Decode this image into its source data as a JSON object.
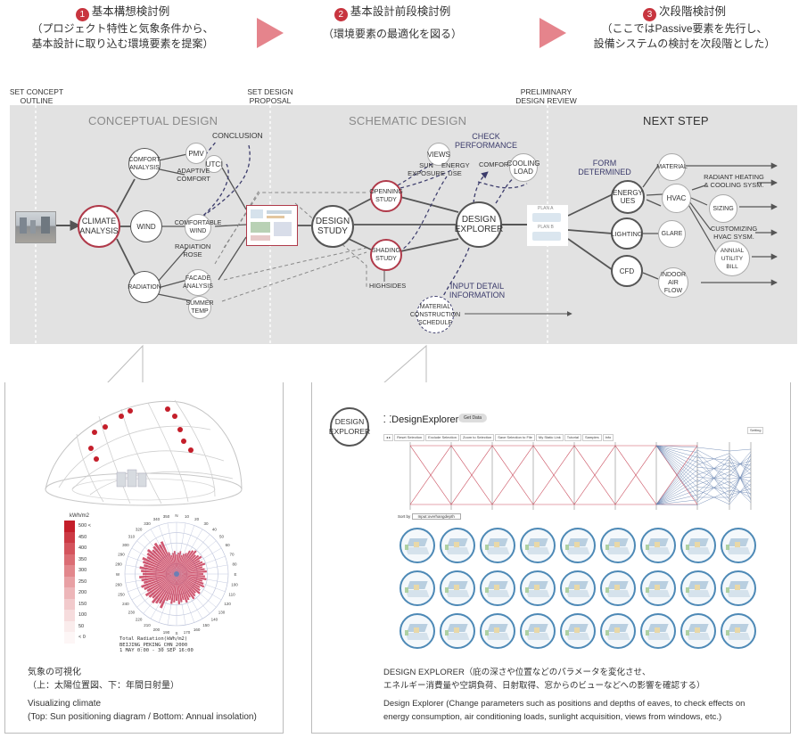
{
  "stages": [
    {
      "num": "1",
      "title": "基本構想検討例",
      "line1": "（プロジェクト特性と気象条件から、",
      "line2": "基本設計に取り込む環境要素を提案）"
    },
    {
      "num": "2",
      "title": "基本設計前段検討例",
      "line1": "（環境要素の最適化を図る）",
      "line2": ""
    },
    {
      "num": "3",
      "title": "次段階検討例",
      "line1": "（ここではPassive要素を先行し、",
      "line2": "設備システムの検討を次段階とした）"
    }
  ],
  "milestones": {
    "set_concept": [
      "SET CONCEPT",
      "OUTLINE"
    ],
    "set_design": [
      "SET DESIGN",
      "PROPOSAL"
    ],
    "preliminary": [
      "PRELIMINARY",
      "DESIGN REVIEW"
    ]
  },
  "phases": {
    "conceptual": "CONCEPTUAL DESIGN",
    "schematic": "SCHEMATIC DESIGN",
    "next": "NEXT STEP"
  },
  "nodes": {
    "climate": [
      "CLIMATE",
      "ANALYSIS"
    ],
    "comfort": [
      "COMFORT",
      "ANALYSIS"
    ],
    "wind": "WIND",
    "radiation": "RADIATION",
    "pmv": "PMV",
    "utci": "UTCI",
    "adaptive": [
      "ADAPTIVE",
      "COMFORT"
    ],
    "conclusion": "CONCLUSION",
    "comfortable_wind": [
      "COMFORTABLE",
      "WIND"
    ],
    "radiation_rose": [
      "RADIATION",
      "ROSE"
    ],
    "facade": [
      "FACADE",
      "ANALYSIS"
    ],
    "summer": [
      "SUMMER",
      "TEMP"
    ],
    "design_study": [
      "DESIGN",
      "STUDY"
    ],
    "opening": [
      "OPENNING",
      "STUDY"
    ],
    "shading": [
      "SHADING",
      "STUDY"
    ],
    "highsides": "HIGHSIDES",
    "views": "VIEWS",
    "sun": [
      "SUN",
      "EXPOSURE"
    ],
    "energy_use": [
      "ENERGY",
      "USE"
    ],
    "check": [
      "CHECK",
      "PERFORMANCE"
    ],
    "comfort2": "COMFORT",
    "cooling": [
      "COOLING",
      "LOAD"
    ],
    "explorer": [
      "DESIGN",
      "EXPLORER"
    ],
    "input": [
      "INPUT DETAIL",
      "INFORMATION"
    ],
    "material_sched": [
      "MATERIAL",
      "CONSTRUCTION",
      "SCHEDULE"
    ],
    "plan_a": "PLAN A",
    "plan_b": "PLAN B",
    "form": [
      "FORM",
      "DETERMINED"
    ],
    "energy_ues": [
      "ENERGY",
      "UES"
    ],
    "lighting": "LIGHTING",
    "cfd": "CFD",
    "material": "MATERIAL",
    "hvac": "HVAC",
    "glare": "GLARE",
    "indoor": [
      "INDOOR",
      "AIR FLOW"
    ],
    "radiant": [
      "RADIANT HEATING",
      "& COOLING SYSM."
    ],
    "sizing": "SIZING",
    "customizing": [
      "CUSTOMIZING",
      "HVAC SYSM."
    ],
    "annual": [
      "ANNUAL",
      "UTILITY BILL"
    ]
  },
  "left_panel": {
    "legend_unit": "kWh/m2",
    "legend_values": [
      "500 <",
      "450",
      "400",
      "350",
      "300",
      "250",
      "200",
      "150",
      "100",
      "50",
      "< 0"
    ],
    "legend_colors": [
      "#c41e2a",
      "#cc3a44",
      "#d4545d",
      "#db6d74",
      "#e2878c",
      "#e8a0a4",
      "#edb6b9",
      "#f2cacc",
      "#f6dcdd",
      "#faecec",
      "#fdf6f6"
    ],
    "rose_title": [
      "Total Radiation(kWh/m2)",
      "BEIJING_PEKING_CHN_2000",
      "1 MAY 0:00 - 30 SEP 16:00"
    ],
    "caption_jp1": "気象の可視化",
    "caption_jp2": "（上：太陽位置図、下：年間日射量）",
    "caption_en1": "Visualizing climate",
    "caption_en2": "(Top: Sun positioning diagram / Bottom: Annual insolation)"
  },
  "right_panel": {
    "badge": [
      "DESIGN",
      "EXPLORER"
    ],
    "app_title": "DesignExplorer",
    "app_btn": "Get Data",
    "toolbar": [
      "Reset Selection",
      "Exclude Selection",
      "Zoom to Selection",
      "Save Selection to File",
      "My Static Link",
      "Tutorial",
      "Samples",
      "Info"
    ],
    "setting": "Setting",
    "sort_label": "Sort by",
    "sort_value": "Input:overhangdepth",
    "caption_jp1": "DESIGN EXPLORER（庇の深さや位置などのパラメータを変化させ、",
    "caption_jp2": "エネルギー消費量や空調負荷、日射取得、窓からのビューなどへの影響を確認する）",
    "caption_en1": "Design Explorer (Change parameters such as positions and depths of eaves, to check effects on",
    "caption_en2": "energy consumption, air conditioning loads, sunlight acquisition, views from windows, etc.)"
  },
  "colors": {
    "accent_red": "#c8353f",
    "chevron": "#e5848c",
    "node_red": "#b03a4a",
    "navy": "#3b3b6b",
    "panel_gray": "#e2e2e2",
    "thumb_blue": "#4d89b6"
  }
}
